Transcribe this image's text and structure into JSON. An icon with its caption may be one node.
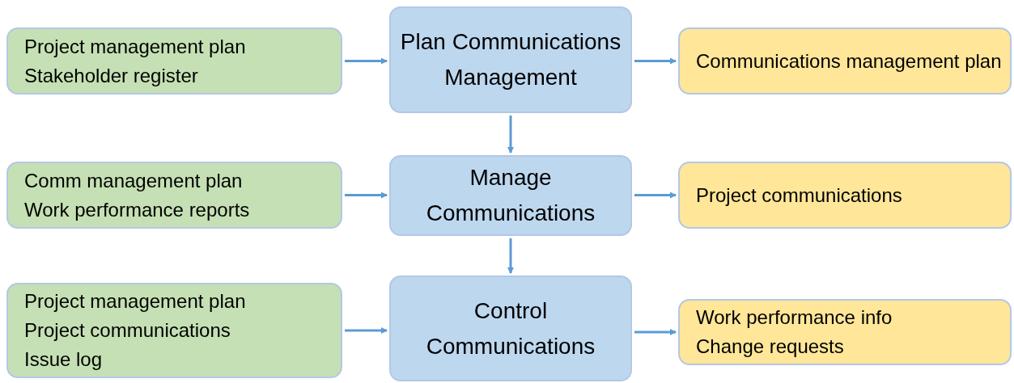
{
  "diagram": {
    "nodes": [
      {
        "text": [
          "Project management plan",
          "Stakeholder register"
        ]
      },
      {
        "text": [
          "Plan Communications Management"
        ]
      },
      {
        "text": [
          "Communications management plan"
        ]
      },
      {
        "text": [
          "Comm management plan",
          "Work performance reports"
        ]
      },
      {
        "text": [
          "Manage Communications"
        ]
      },
      {
        "text": [
          "Project communications"
        ]
      },
      {
        "text": [
          "Project management plan",
          "Project communications",
          "Issue log"
        ]
      },
      {
        "text": [
          "Control Communications"
        ]
      },
      {
        "text": [
          "Work performance info",
          "Change requests"
        ]
      }
    ],
    "edges": [
      {
        "from": 0,
        "to": 1,
        "arrow": "to"
      },
      {
        "from": 1,
        "to": 2,
        "arrow": "to"
      },
      {
        "from": 1,
        "to": 4,
        "arrow": "to"
      },
      {
        "from": 3,
        "to": 4,
        "arrow": "to"
      },
      {
        "from": 4,
        "to": 5,
        "arrow": "to"
      },
      {
        "from": 4,
        "to": 7,
        "arrow": "to"
      },
      {
        "from": 6,
        "to": 7,
        "arrow": "to"
      },
      {
        "from": 7,
        "to": 8,
        "arrow": "to"
      }
    ]
  }
}
